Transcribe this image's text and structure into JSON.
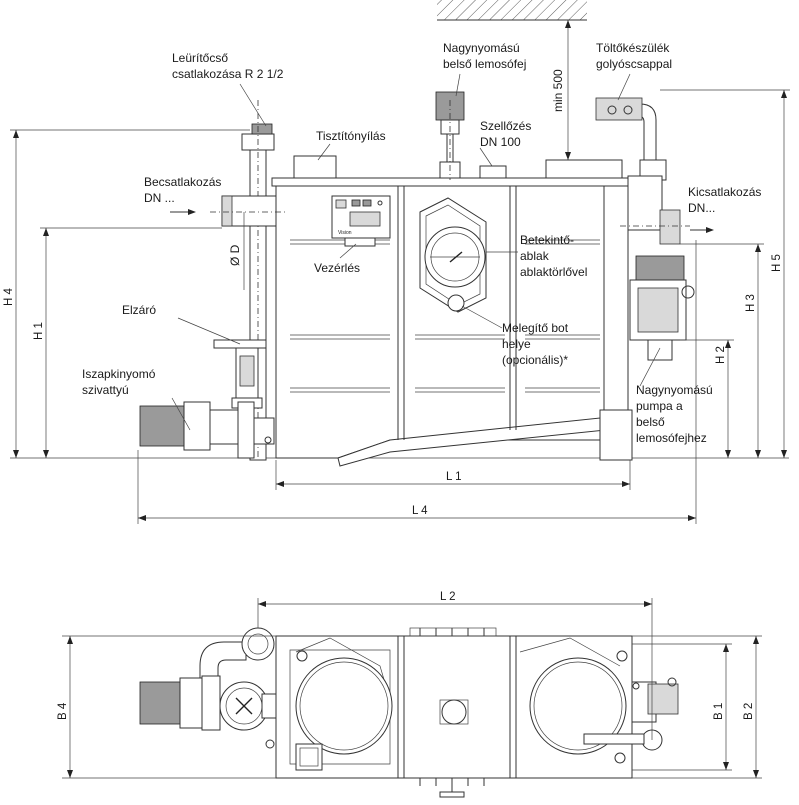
{
  "labels": {
    "leuritocso_1": "Leürítőcső",
    "leuritocso_2": "csatlakozása R 2 1/2",
    "nagynyomasu_1": "Nagynyomású",
    "nagynyomasu_2": "belső lemosófej",
    "toltokeszulek_1": "Töltőkészülék",
    "toltokeszulek_2": "golyóscsappal",
    "min500": "min 500",
    "tisztitonyilas": "Tisztítónyílás",
    "szellozes_1": "Szellőzés",
    "szellozes_2": "DN 100",
    "becsatlakozas_1": "Becsatlakozás",
    "becsatlakozas_2": "DN ...",
    "kicsatlakozas_1": "Kicsatlakozás",
    "kicsatlakozas_2": "DN...",
    "od": "Ø D",
    "vezerles": "Vezérlés",
    "betekinto_1": "Betekintő-",
    "betekinto_2": "ablak",
    "betekinto_3": "ablaktörlővel",
    "elzaro": "Elzáró",
    "melegito_1": "Melegítő bot",
    "melegito_2": "helye",
    "melegito_3": "(opcionális)*",
    "iszap_1": "Iszapkinyomó",
    "iszap_2": "szivattyú",
    "pumpa_1": "Nagynyomású",
    "pumpa_2": "pumpa a",
    "pumpa_3": "belső",
    "pumpa_4": "lemosófejhez"
  },
  "dimensions": {
    "h1": "H 1",
    "h2": "H 2",
    "h3": "H 3",
    "h4": "H 4",
    "h5": "H 5",
    "l1": "L 1",
    "l2": "L 2",
    "l4": "L 4",
    "b1": "B 1",
    "b2": "B 2",
    "b4": "B 4"
  },
  "controller_brand": "Vision"
}
